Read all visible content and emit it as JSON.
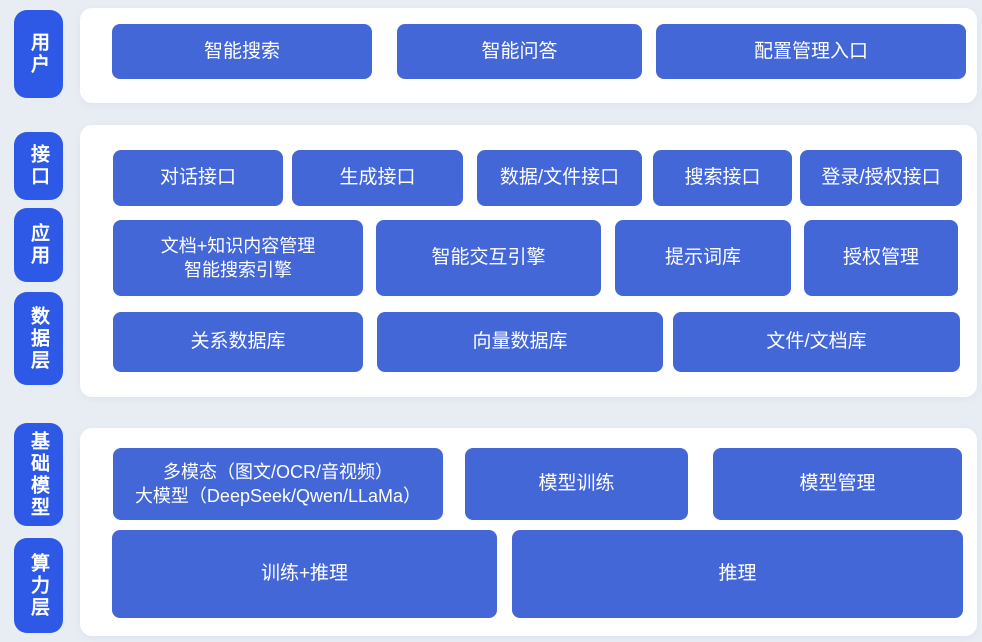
{
  "colors": {
    "background": "#e8edf4",
    "panel": "#ffffff",
    "button": "#4467d8",
    "rail": "#2e59e6",
    "label": "#ffffff"
  },
  "rails": {
    "user": "用户",
    "interface": "接口",
    "application": "应用",
    "data_layer": "数据层",
    "base_model": "基础模型",
    "compute_layer": "算力层"
  },
  "rows": {
    "user": {
      "items": [
        "智能搜索",
        "智能问答",
        "配置管理入口"
      ]
    },
    "interface": {
      "items": [
        "对话接口",
        "生成接口",
        "数据/文件接口",
        "搜索接口",
        "登录/授权接口"
      ]
    },
    "application": {
      "items": [
        {
          "line1": "文档+知识内容管理",
          "line2": "智能搜索引擎"
        },
        "智能交互引擎",
        "提示词库",
        "授权管理"
      ]
    },
    "data": {
      "items": [
        "关系数据库",
        "向量数据库",
        "文件/文档库"
      ]
    },
    "model": {
      "items": [
        {
          "line1": "多模态（图文/OCR/音视频）",
          "line2": "大模型（DeepSeek/Qwen/LLaMa）"
        },
        "模型训练",
        "模型管理"
      ]
    },
    "compute": {
      "items": [
        "训练+推理",
        "推理"
      ]
    }
  }
}
